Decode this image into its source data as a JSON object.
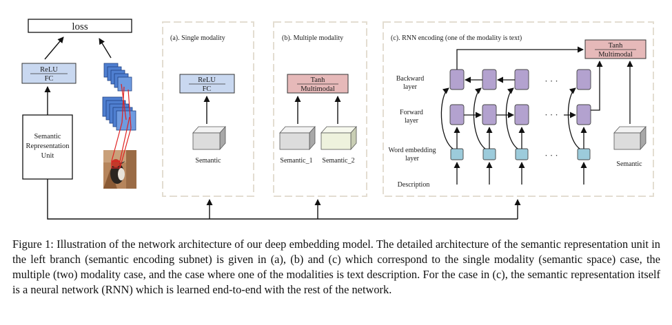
{
  "left_branch": {
    "loss_label": "loss",
    "relu_label": "ReLU",
    "fc_label": "FC",
    "unit_label_lines": [
      "Semantic",
      "Representation",
      "Unit"
    ]
  },
  "panel_a": {
    "title": "(a). Single modality",
    "relu_label": "ReLU",
    "fc_label": "FC",
    "semantic_label": "Semantic"
  },
  "panel_b": {
    "title": "(b). Multiple modality",
    "tanh_label": "Tanh",
    "multimodal_label": "Multimodal",
    "semantic_1_label": "Semantic_1",
    "semantic_2_label": "Semantic_2"
  },
  "panel_c": {
    "title": "(c). RNN encoding (one of the modality is text)",
    "tanh_label": "Tanh",
    "multimodal_label": "Multimodal",
    "backward_layer_lines": [
      "Backward",
      "layer"
    ],
    "forward_layer_lines": [
      "Forward",
      "layer"
    ],
    "word_embedding_lines": [
      "Word embedding",
      "layer"
    ],
    "description_label": "Description",
    "semantic_label": "Semantic",
    "ellipsis": "· · ·"
  },
  "colors": {
    "fc_blue": "#c9d8f0",
    "tanh_pink": "#e6b9b9",
    "rnn_purple": "#b3a2cf",
    "embed_teal": "#9ccbdb",
    "cube_gray": "#dcdcdc",
    "cube_cream": "#eef2dd",
    "conv_blue": "#4f7fd0",
    "highlight_red": "#e02020",
    "dashed_border": "#e3ddd1"
  },
  "caption": "Figure 1: Illustration of the network architecture of our deep embedding model. The detailed architecture of the semantic representation unit in the left branch (semantic encoding subnet) is given in (a), (b) and (c) which correspond to the single modality (semantic space) case, the multiple (two) modality case, and the case where one of the modalities is text description. For the case in (c), the semantic representation itself is a neural network (RNN) which is learned end-to-end with the rest of the network."
}
